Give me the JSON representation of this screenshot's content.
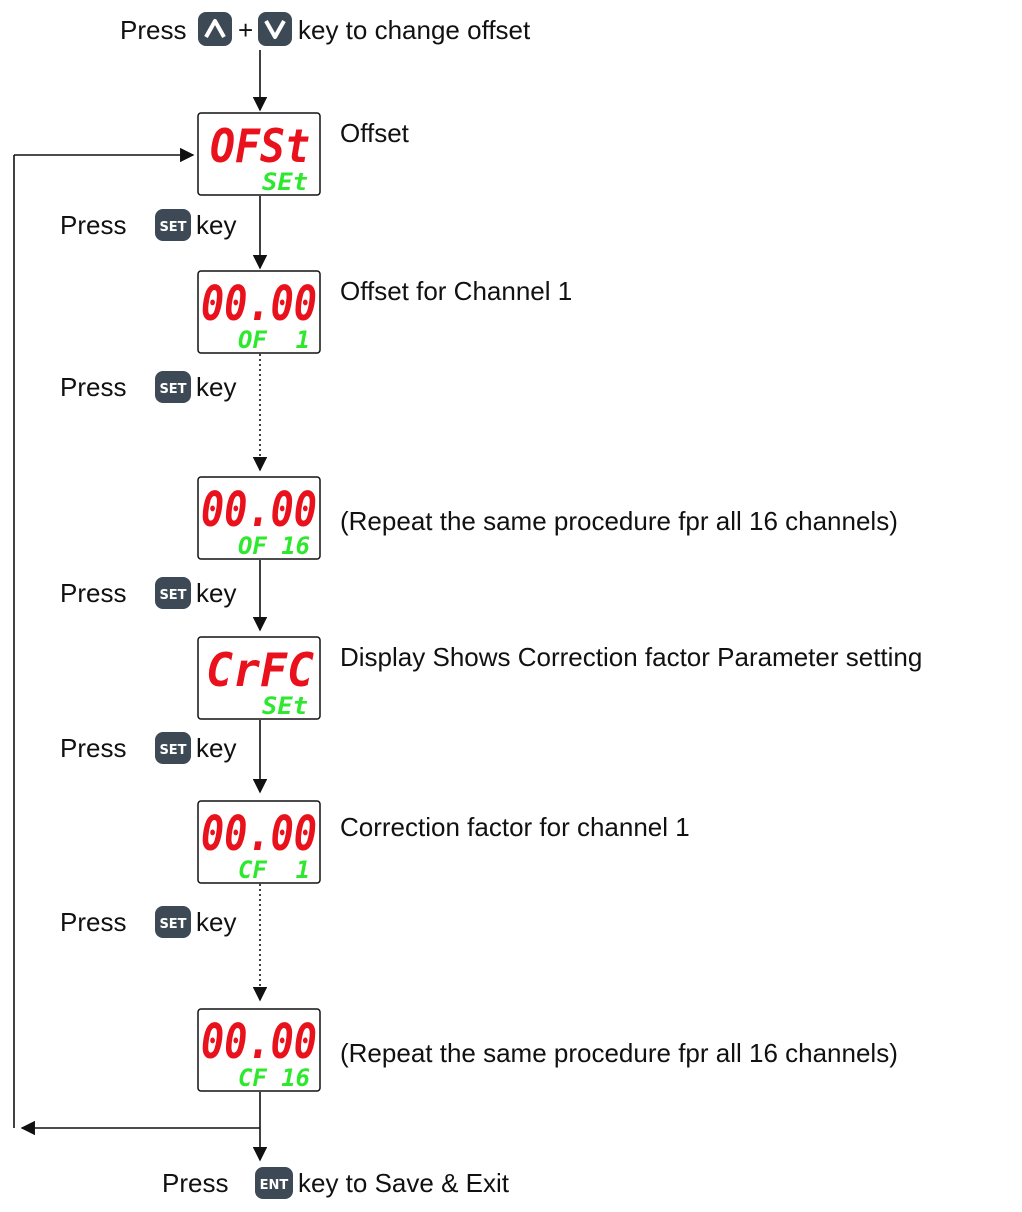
{
  "top_instruction": {
    "pre": "Press",
    "plus": "+",
    "post": "key to change offset",
    "keys": [
      "up-arrow-icon",
      "down-arrow-icon"
    ]
  },
  "displays": [
    {
      "name": "offset-menu",
      "top": "OFSt",
      "bottom": "SEt",
      "caption": "Offset"
    },
    {
      "name": "offset-ch1",
      "top": "00.00",
      "bottom": "OF  1",
      "caption": "Offset for Channel 1"
    },
    {
      "name": "offset-ch16",
      "top": "00.00",
      "bottom": "OF 16",
      "caption": "(Repeat the same procedure fpr all 16 channels)"
    },
    {
      "name": "crfc-menu",
      "top": "CrFC",
      "bottom": "SEt",
      "caption": "Display Shows Correction factor Parameter setting"
    },
    {
      "name": "cf-ch1",
      "top": "00.00",
      "bottom": "CF  1",
      "caption": "Correction factor for channel 1"
    },
    {
      "name": "cf-ch16",
      "top": "00.00",
      "bottom": "CF 16",
      "caption": "(Repeat the same procedure fpr all 16 channels)"
    }
  ],
  "set_steps": [
    {
      "pre": "Press",
      "key": "SET",
      "post": "key"
    },
    {
      "pre": "Press",
      "key": "SET",
      "post": "key"
    },
    {
      "pre": "Press",
      "key": "SET",
      "post": "key"
    },
    {
      "pre": "Press",
      "key": "SET",
      "post": "key"
    },
    {
      "pre": "Press",
      "key": "SET",
      "post": "key"
    }
  ],
  "final_step": {
    "pre": "Press",
    "key": "ENT",
    "post": "key to Save & Exit"
  },
  "colors": {
    "segment_red": "#e8111c",
    "segment_green": "#2ee82e",
    "key_fill": "#3d4a55",
    "line": "#111111"
  }
}
